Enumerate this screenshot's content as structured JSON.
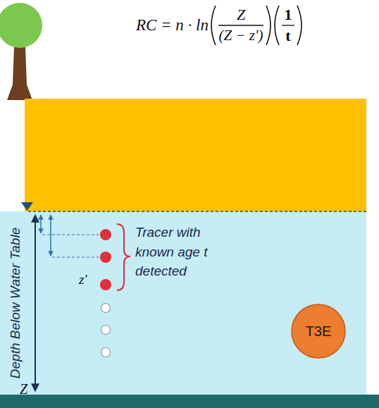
{
  "diagram": {
    "nodes": [
      {
        "text": [
          "T3E"
        ]
      }
    ],
    "labels": [
      "RC = n · ln",
      "Z",
      "(Z − z')",
      "1",
      "t",
      "Depth Below Water Table",
      "Tracer with known age t detected",
      "z'",
      "Z"
    ]
  }
}
